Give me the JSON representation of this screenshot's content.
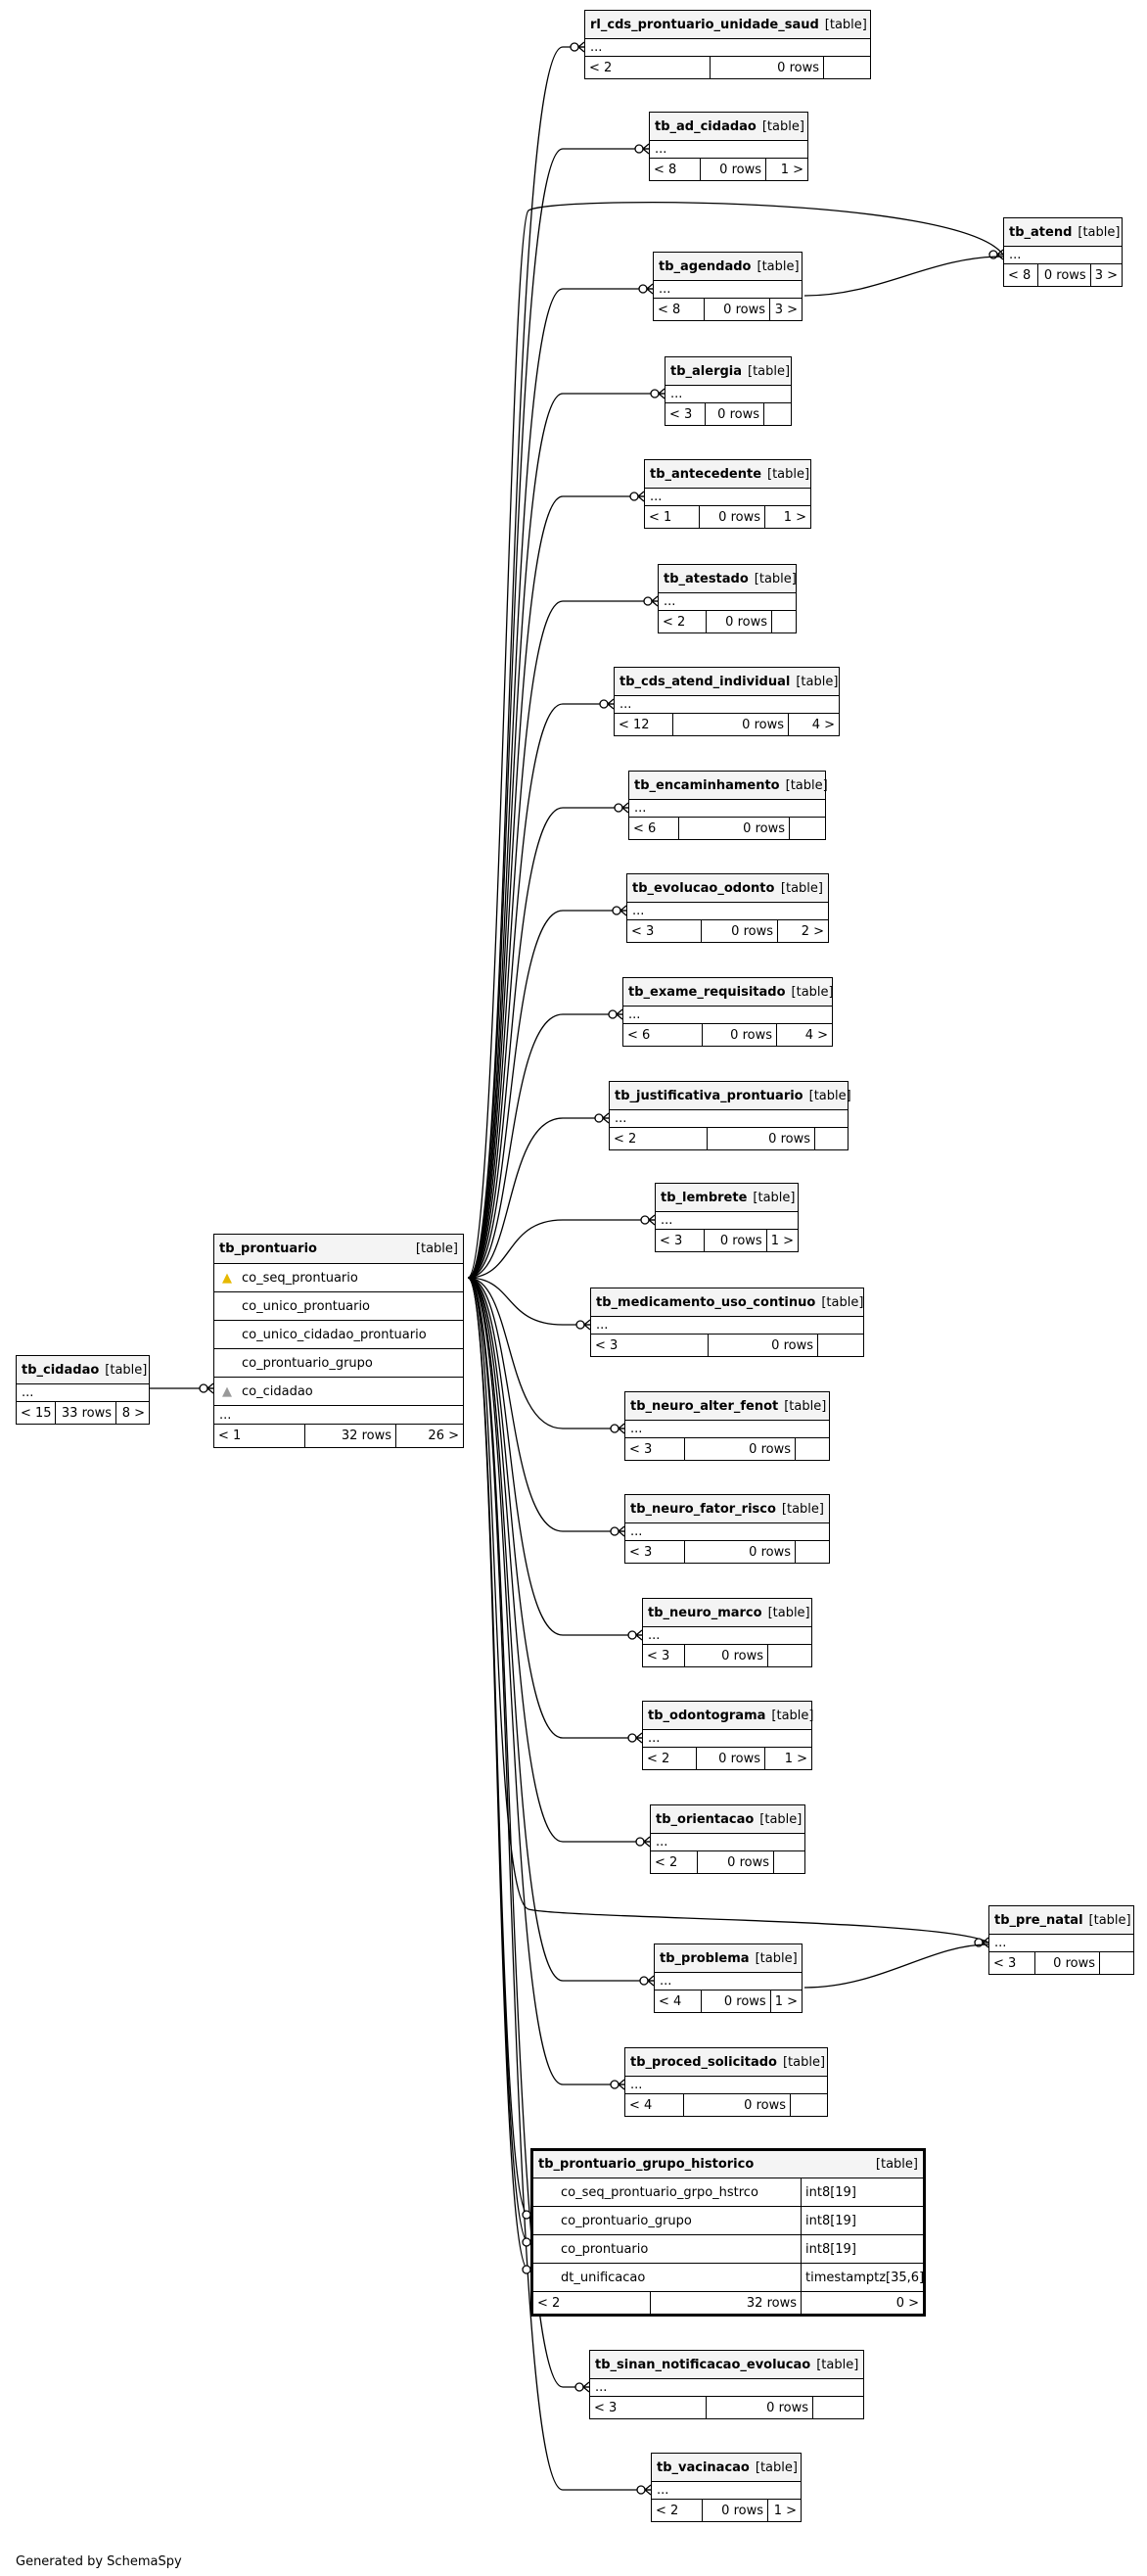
{
  "footer_text": "Generated by SchemaSpy",
  "table_type": "[table]",
  "ellipsis": "...",
  "center": {
    "name": "tb_prontuario",
    "columns": [
      {
        "name": "co_seq_prontuario",
        "icon": "primary-key-icon"
      },
      {
        "name": "co_unico_prontuario",
        "icon": ""
      },
      {
        "name": "co_unico_cidadao_prontuario",
        "icon": ""
      },
      {
        "name": "co_prontuario_grupo",
        "icon": ""
      },
      {
        "name": "co_cidadao",
        "icon": "foreign-key-icon"
      }
    ],
    "parents": "< 1",
    "rows": "32 rows",
    "children": "26 >"
  },
  "parent_table": {
    "name": "tb_cidadao",
    "parents": "< 15",
    "rows": "33 rows",
    "children": "8 >"
  },
  "focus_table": {
    "name": "tb_prontuario_grupo_historico",
    "columns": [
      {
        "name": "co_seq_prontuario_grpo_hstrco",
        "type": "int8[19]"
      },
      {
        "name": "co_prontuario_grupo",
        "type": "int8[19]"
      },
      {
        "name": "co_prontuario",
        "type": "int8[19]"
      },
      {
        "name": "dt_unificacao",
        "type": "timestamptz[35,6]"
      }
    ],
    "parents": "< 2",
    "rows": "32 rows",
    "children": "0 >"
  },
  "tables": [
    {
      "name": "rl_cds_prontuario_unidade_saud",
      "parents": "< 2",
      "rows": "0 rows",
      "children": ""
    },
    {
      "name": "tb_ad_cidadao",
      "parents": "< 8",
      "rows": "0 rows",
      "children": "1 >"
    },
    {
      "name": "tb_atend",
      "parents": "< 8",
      "rows": "0 rows",
      "children": "3 >"
    },
    {
      "name": "tb_agendado",
      "parents": "< 8",
      "rows": "0 rows",
      "children": "3 >"
    },
    {
      "name": "tb_alergia",
      "parents": "< 3",
      "rows": "0 rows",
      "children": ""
    },
    {
      "name": "tb_antecedente",
      "parents": "< 1",
      "rows": "0 rows",
      "children": "1 >"
    },
    {
      "name": "tb_atestado",
      "parents": "< 2",
      "rows": "0 rows",
      "children": ""
    },
    {
      "name": "tb_cds_atend_individual",
      "parents": "< 12",
      "rows": "0 rows",
      "children": "4 >"
    },
    {
      "name": "tb_encaminhamento",
      "parents": "< 6",
      "rows": "0 rows",
      "children": ""
    },
    {
      "name": "tb_evolucao_odonto",
      "parents": "< 3",
      "rows": "0 rows",
      "children": "2 >"
    },
    {
      "name": "tb_exame_requisitado",
      "parents": "< 6",
      "rows": "0 rows",
      "children": "4 >"
    },
    {
      "name": "tb_justificativa_prontuario",
      "parents": "< 2",
      "rows": "0 rows",
      "children": ""
    },
    {
      "name": "tb_lembrete",
      "parents": "< 3",
      "rows": "0 rows",
      "children": "1 >"
    },
    {
      "name": "tb_medicamento_uso_continuo",
      "parents": "< 3",
      "rows": "0 rows",
      "children": ""
    },
    {
      "name": "tb_neuro_alter_fenot",
      "parents": "< 3",
      "rows": "0 rows",
      "children": ""
    },
    {
      "name": "tb_neuro_fator_risco",
      "parents": "< 3",
      "rows": "0 rows",
      "children": ""
    },
    {
      "name": "tb_neuro_marco",
      "parents": "< 3",
      "rows": "0 rows",
      "children": ""
    },
    {
      "name": "tb_odontograma",
      "parents": "< 2",
      "rows": "0 rows",
      "children": "1 >"
    },
    {
      "name": "tb_orientacao",
      "parents": "< 2",
      "rows": "0 rows",
      "children": ""
    },
    {
      "name": "tb_pre_natal",
      "parents": "< 3",
      "rows": "0 rows",
      "children": ""
    },
    {
      "name": "tb_problema",
      "parents": "< 4",
      "rows": "0 rows",
      "children": "1 >"
    },
    {
      "name": "tb_proced_solicitado",
      "parents": "< 4",
      "rows": "0 rows",
      "children": ""
    },
    {
      "name": "tb_sinan_notificacao_evolucao",
      "parents": "< 3",
      "rows": "0 rows",
      "children": ""
    },
    {
      "name": "tb_vacinacao",
      "parents": "< 2",
      "rows": "0 rows",
      "children": "1 >"
    }
  ]
}
